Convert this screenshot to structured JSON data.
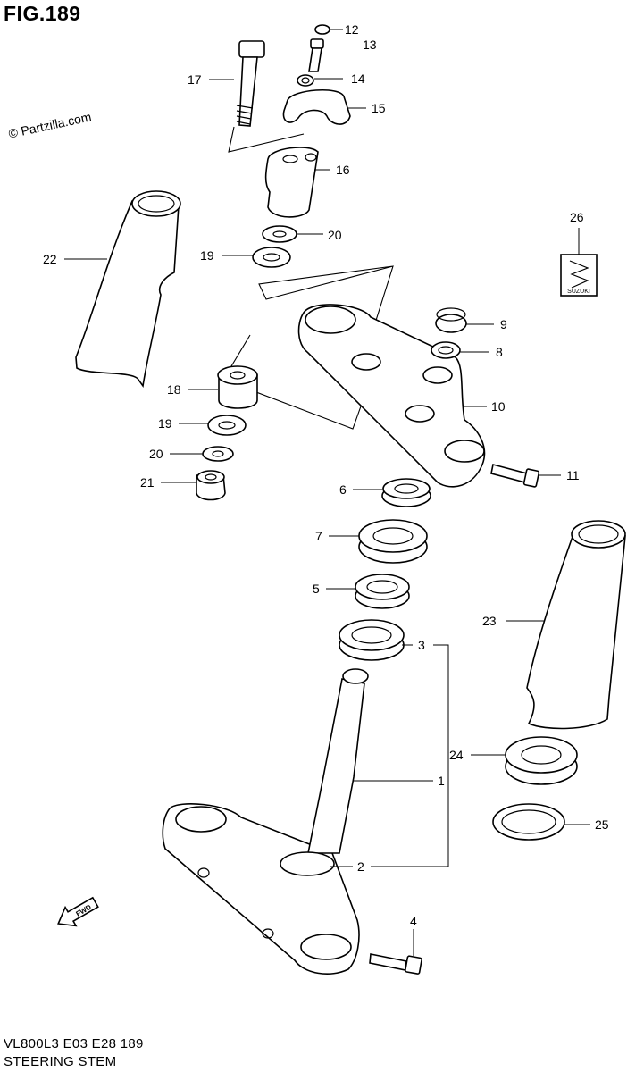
{
  "figure": {
    "title": "FIG.189",
    "copyright": "© Partzilla.com",
    "model_code": "VL800L3  E03  E28  189",
    "section_name": "STEERING STEM"
  },
  "callouts": [
    {
      "label": "1",
      "part": "steering-stem"
    },
    {
      "label": "2",
      "part": "dust-seal"
    },
    {
      "label": "3",
      "part": "lower-bearing"
    },
    {
      "label": "4",
      "part": "lower-bracket-bolt"
    },
    {
      "label": "5",
      "part": "upper-bearing"
    },
    {
      "label": "6",
      "part": "steering-stem-nut"
    },
    {
      "label": "7",
      "part": "dust-seal-upper"
    },
    {
      "label": "8",
      "part": "washer"
    },
    {
      "label": "9",
      "part": "cap"
    },
    {
      "label": "10",
      "part": "upper-bracket"
    },
    {
      "label": "11",
      "part": "upper-bracket-bolt"
    },
    {
      "label": "12",
      "part": "cap"
    },
    {
      "label": "13",
      "part": "bolt"
    },
    {
      "label": "14",
      "part": "nut"
    },
    {
      "label": "15",
      "part": "handlebar-holder-upper"
    },
    {
      "label": "16",
      "part": "handlebar-holder-lower"
    },
    {
      "label": "17",
      "part": "holder-bolt"
    },
    {
      "label": "18",
      "part": "cushion"
    },
    {
      "label": "19",
      "part": "washer"
    },
    {
      "label": "20",
      "part": "washer"
    },
    {
      "label": "21",
      "part": "nut"
    },
    {
      "label": "22",
      "part": "fork-cover-left"
    },
    {
      "label": "23",
      "part": "fork-cover-right"
    },
    {
      "label": "24",
      "part": "stem-lock-nut"
    },
    {
      "label": "25",
      "part": "washer"
    },
    {
      "label": "26",
      "part": "suzuki-emblem"
    }
  ],
  "emblem": {
    "text": "SUZUKI"
  },
  "direction_arrow": {
    "text": "FWD"
  }
}
